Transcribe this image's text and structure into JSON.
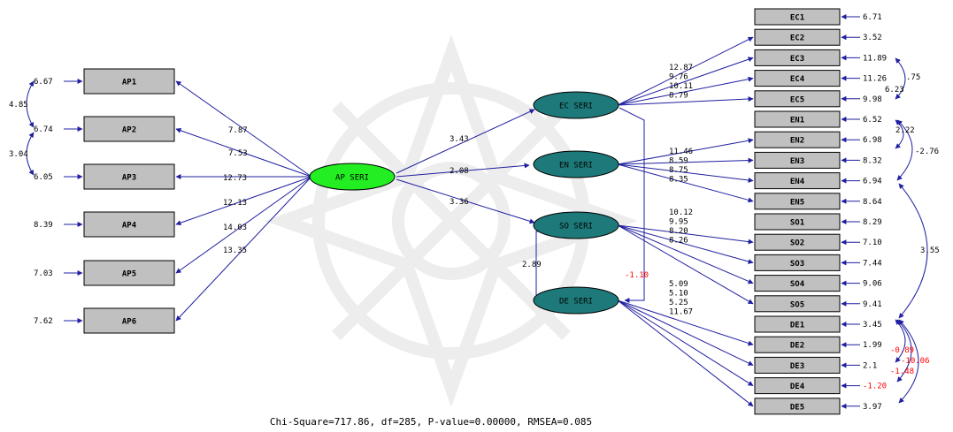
{
  "latents": {
    "ap": {
      "label": "AP SERI",
      "color": "#22ee22"
    },
    "ec": {
      "label": "EC SERI",
      "color": "#1e7a7a"
    },
    "en": {
      "label": "EN SERI",
      "color": "#1e7a7a"
    },
    "so": {
      "label": "SO SERI",
      "color": "#1e7a7a"
    },
    "de": {
      "label": "DE SERI",
      "color": "#1e7a7a"
    }
  },
  "ap_items": [
    {
      "label": "AP1",
      "error": "6.67",
      "loading": "7.87"
    },
    {
      "label": "AP2",
      "error": "6.74",
      "loading": "7.53"
    },
    {
      "label": "AP3",
      "error": "6.05",
      "loading": "12.73"
    },
    {
      "label": "AP4",
      "error": "8.39",
      "loading": "12.13"
    },
    {
      "label": "AP5",
      "error": "7.03",
      "loading": "14.03"
    },
    {
      "label": "AP6",
      "error": "7.62",
      "loading": "13.35"
    }
  ],
  "ap_covariances": [
    {
      "value": "4.85"
    },
    {
      "value": "3.04"
    }
  ],
  "structural": [
    {
      "value": "3.43"
    },
    {
      "value": "2.08"
    },
    {
      "value": "3.36"
    },
    {
      "value": "2.89"
    },
    {
      "value": "-1.10"
    }
  ],
  "right_items": [
    {
      "label": "EC1",
      "error": "6.71"
    },
    {
      "label": "EC2",
      "error": "3.52",
      "loading": "12.87"
    },
    {
      "label": "EC3",
      "error": "11.89",
      "loading": "9.76"
    },
    {
      "label": "EC4",
      "error": "11.26",
      "loading": "10.11"
    },
    {
      "label": "EC5",
      "error": "9.98",
      "loading": "8.79"
    },
    {
      "label": "EN1",
      "error": "6.52"
    },
    {
      "label": "EN2",
      "error": "6.98",
      "loading": "11.46"
    },
    {
      "label": "EN3",
      "error": "8.32",
      "loading": "8.59"
    },
    {
      "label": "EN4",
      "error": "6.94",
      "loading": "8.75"
    },
    {
      "label": "EN5",
      "error": "8.64",
      "loading": "8.35"
    },
    {
      "label": "SO1",
      "error": "8.29"
    },
    {
      "label": "SO2",
      "error": "7.10",
      "loading": "10.12"
    },
    {
      "label": "SO3",
      "error": "7.44",
      "loading": "9.95"
    },
    {
      "label": "SO4",
      "error": "9.06",
      "loading": "8.20"
    },
    {
      "label": "SO5",
      "error": "9.41",
      "loading": "8.26"
    },
    {
      "label": "DE1",
      "error": "3.45"
    },
    {
      "label": "DE2",
      "error": "1.99",
      "loading": "5.09"
    },
    {
      "label": "DE3",
      "error": "2.1",
      "loading": "5.10"
    },
    {
      "label": "DE4",
      "error": "-1.20",
      "loading": "5.25"
    },
    {
      "label": "DE5",
      "error": "3.97",
      "loading": "11.67"
    }
  ],
  "right_covariances": [
    {
      "value": ".75"
    },
    {
      "value": "6.23"
    },
    {
      "value": "2.22"
    },
    {
      "value": "-2.76"
    },
    {
      "value": "3.55"
    },
    {
      "value": "-0.89"
    },
    {
      "value": "-10.06"
    },
    {
      "value": "-1.48"
    }
  ],
  "fit": "Chi-Square=717.86, df=285, P-value=0.00000, RMSEA=0.085"
}
